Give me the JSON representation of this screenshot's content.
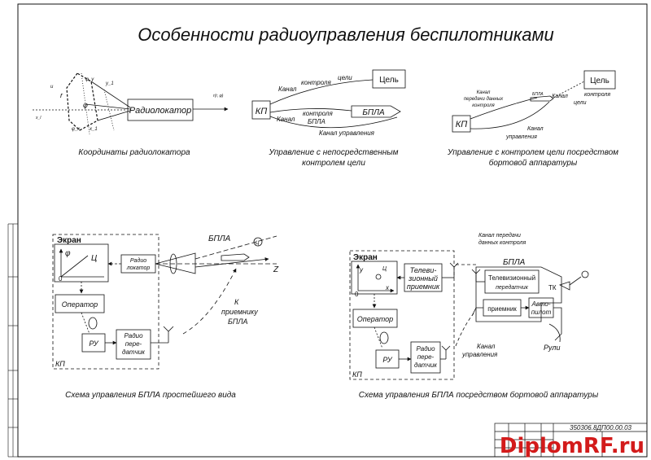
{
  "title": "Особенности радиоуправления беспилотниками",
  "top": {
    "coords": {
      "radar_label": "Радиолокатор",
      "caption": "Координаты радиолокатора",
      "symbols": {
        "u": "u",
        "r": "r",
        "phi_top": "φ_y",
        "y1": "y_1",
        "phi": "φ",
        "phi_bottom": "φ_x",
        "x1": "x_1",
        "left": "x_l",
        "right": "r(r, φ)"
      }
    },
    "direct": {
      "kp": "КП",
      "target": "Цель",
      "uav": "БПЛА",
      "channel_control_target_1": "Канал",
      "channel_control_target_2": "контроля",
      "channel_control_target_3": "цели",
      "channel_control_uav_1": "Канал",
      "channel_control_uav_2": "контроля",
      "channel_control_uav_3": "БПЛА",
      "channel_management": "Канал  управления",
      "caption_1": "Управление с непосредственным",
      "caption_2": "контролем цели"
    },
    "onboard": {
      "kp": "КП",
      "target": "Цель",
      "uav": "БПЛА",
      "ch_data_1": "Канал",
      "ch_data_2": "передачи данных",
      "ch_data_3": "контроля",
      "ch_target_1": "Канал",
      "ch_target_2": "контроля",
      "ch_target_3": "цели",
      "ch_mgmt_1": "Канал",
      "ch_mgmt_2": "управления",
      "caption_1": "Управление с контролем цели посредством",
      "caption_2": "бортовой аппаратуры"
    }
  },
  "bottom_left": {
    "screen": "Экран",
    "phi": "φ",
    "ts": "Ц",
    "zero": "0",
    "radar_1": "Радио",
    "radar_2": "локатор",
    "operator": "Оператор",
    "ru": "РУ",
    "tx_1": "Радио",
    "tx_2": "пере-",
    "tx_3": "датчик",
    "kp": "КП",
    "uav": "БПЛА",
    "z": "Z",
    "u": "Ц",
    "to_receiver_1": "К",
    "to_receiver_2": "приемнику",
    "to_receiver_3": "БПЛА",
    "caption": "Схема управления БПЛА простейшего вида"
  },
  "bottom_right": {
    "screen": "Экран",
    "y": "y",
    "x": "x",
    "ts": "Ц",
    "zero": "0",
    "tv_rx_1": "Телеви-",
    "tv_rx_2": "зионный",
    "tv_rx_3": "приемник",
    "operator": "Оператор",
    "ru": "РУ",
    "tx_1": "Радио",
    "tx_2": "пере-",
    "tx_3": "датчик",
    "kp": "КП",
    "uav": "БПЛА",
    "tv_tx_1": "Телевизионный",
    "tv_tx_2": "передатчик",
    "tk": "ТК",
    "receiver": "приемник",
    "autopilot_1": "Авто-",
    "autopilot_2": "пилот",
    "rudders": "Рули",
    "ch_data_1": "Канал  передачи",
    "ch_data_2": "данных контроля",
    "ch_mgmt_1": "Канал",
    "ch_mgmt_2": "управления",
    "caption": "Схема управления БПЛА посредством бортовой аппаратуры"
  },
  "stamp": {
    "code": "350306.8ДП00.00.03",
    "watermark": "DiplomRF.ru"
  },
  "colors": {
    "ink": "#111111",
    "watermark": "#d31b1b",
    "dash": "#222222"
  }
}
